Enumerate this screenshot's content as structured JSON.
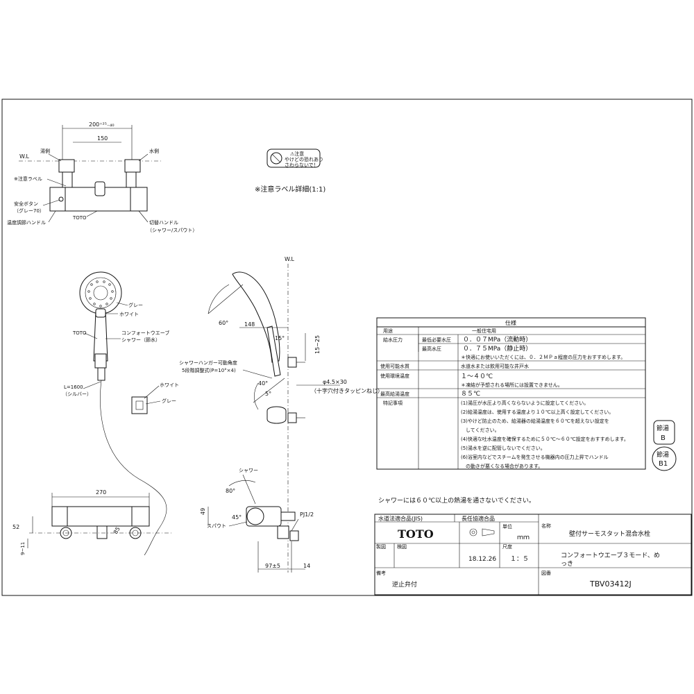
{
  "top_view": {
    "width_dim": "200⁺²⁵₋₄₀",
    "pitch_dim": "150",
    "wl": "W.L",
    "hot_side": "湯側",
    "cold_side": "水側",
    "caution_label": "※注意ラベル",
    "safety_button": "安全ボタン",
    "safety_button_color": "（グレー70）",
    "temp_handle": "温度調節ハンドル",
    "toto_mark": "TOTO",
    "switch_handle": "切替ハンドル",
    "switch_handle_sub": "（シャワー/スパウト）"
  },
  "caution_detail": {
    "label_title": "⚠注意",
    "label_line1": "やけどの恐れあり",
    "label_line2": "さわらないで！",
    "caption": "※注意ラベル詳細(1:1)"
  },
  "handset": {
    "gray": "グレー",
    "white": "ホワイト",
    "toto_mark": "TOTO",
    "product": "コンフォートウエーブ",
    "product_sub": "シャワー（節水）",
    "hose_length": "L=1600",
    "hose_color": "（シルバー）",
    "hanger_white": "ホワイト",
    "hanger_gray": "グレー"
  },
  "side_view": {
    "wl": "W.L",
    "angle_60": "60°",
    "dim_148": "148",
    "angle_15": "15°",
    "dim_15_25": "15~25",
    "hanger_angle": "シャワーハンガー可動角度",
    "hanger_angle_sub": "5段階調整式(P=10°×4)",
    "angle_40": "40°",
    "angle_5": "5°",
    "screw_dim": "φ4.5×30",
    "screw_note": "（十字穴付きタッピンねじ）"
  },
  "front_view": {
    "dim_270": "270",
    "dim_52": "52",
    "dim_9_11": "9~11",
    "dim_85": "85"
  },
  "spout_view": {
    "shower": "シャワー",
    "angle_80": "80°",
    "dim_49": "49",
    "spout": "スパウト",
    "angle_45": "45°",
    "thread": "PJ1/2",
    "dim_97_5": "97±5",
    "dim_14": "14"
  },
  "spec": {
    "title": "仕様",
    "rows": [
      {
        "label": "用途",
        "sub": "",
        "value": "一般住宅用"
      },
      {
        "label": "給水圧力",
        "sub": "最低必要水圧",
        "value": "０．０７MPa（流動時）"
      },
      {
        "label": "",
        "sub": "最高水圧",
        "value": "０．７５MPa（静止時）"
      },
      {
        "label": "",
        "sub": "",
        "value": "＊快適にお使いいただくには、０．２ＭＰａ程度の圧力をおすすめします。"
      },
      {
        "label": "使用可能水質",
        "sub": "",
        "value": "水道水または飲用可能な井戸水"
      },
      {
        "label": "使用環境温度",
        "sub": "",
        "value": "１～４０℃"
      },
      {
        "label": "",
        "sub": "",
        "value": "＊凍結が予想される場所には設置できません。"
      },
      {
        "label": "最高給湯温度",
        "sub": "",
        "value": "８５℃"
      },
      {
        "label": "特記事項",
        "sub": "",
        "value": "(1)湯圧が水圧より高くならないように設定してください。"
      }
    ],
    "notes": [
      "(2)給湯温度は、使用する温度より１０℃以上高く設定してください。",
      "(3)やけど防止のため、給湯器の給湯温度を６０℃を超えない設定を",
      "　してください。",
      "(4)快適な吐水温度を確保するために５０℃～６０℃設定をおすすめします。",
      "(5)湯水を逆に配管しないでください。",
      "(6)浴室内などでスチームを発生させる機器内の圧力上昇でハンドル",
      "　の動きが悪くなる場合があります。"
    ]
  },
  "badges": {
    "b1": "節湯",
    "b1_sub": "B",
    "b2": "節湯",
    "b2_sub": "B1"
  },
  "warning_line": "シャワーには６０℃以上の熱湯を通さないでください。",
  "title_block": {
    "jis": "水道法適合品(JIS)",
    "ja": "長任協適合品",
    "name_label": "名称",
    "name": "壁付サーモスタット混合水栓",
    "brand": "TOTO",
    "unit_label": "単位",
    "unit": "ｍｍ",
    "design_label": "製図",
    "check_label": "検図",
    "date": "18.12.26",
    "scale_label": "尺度",
    "scale": "１：５",
    "product": "コンフォートウエーブ３モード、め",
    "product_cont": "っき",
    "remarks_label": "備考",
    "remarks": "逆止弁付",
    "drawing_label": "図番",
    "drawing_no": "TBV03412J"
  }
}
